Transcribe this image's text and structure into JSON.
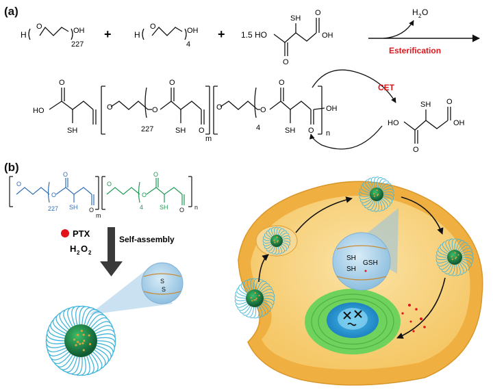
{
  "panel_a": {
    "label": "(a)",
    "r1_h": "H",
    "r1_o": "O",
    "r1_oh": "OH",
    "r1_n": "227",
    "plus": "+",
    "r2_h": "H",
    "r2_o": "O",
    "r2_oh": "OH",
    "r2_n": "4",
    "acid_coef": "1.5 HO",
    "sh": "SH",
    "oh": "OH",
    "o": "O",
    "water": "H",
    "water_sub": "2",
    "water_o": "O",
    "reaction_label": "Esterification",
    "ho": "HO",
    "n227": "227",
    "m": "m",
    "n4": "4",
    "n": "n",
    "cet_label": "CET"
  },
  "panel_b": {
    "label": "(b)",
    "o": "O",
    "sh": "SH",
    "n227": "227",
    "m": "m",
    "n4": "4",
    "n": "n",
    "ptx_label": "PTX",
    "h2o2_h": "H",
    "h2o2_sub1": "2",
    "h2o2_o": "O",
    "h2o2_sub2": "2",
    "self_assembly": "Self-assembly",
    "disulfide_s1": "S",
    "disulfide_s2": "S",
    "cell_sh1": "SH",
    "cell_sh2": "SH",
    "cell_gsh": "GSH"
  },
  "colors": {
    "red": "#e0141a",
    "blue_polymer": "#2f6db5",
    "green_polymer": "#1e9a55",
    "cell_orange": "#f0b041",
    "cell_inner": "#f8d78e",
    "micelle_core": "#1e8a4e",
    "micelle_shell": "#3fb4dc",
    "nucleus": "#6ed25c"
  }
}
